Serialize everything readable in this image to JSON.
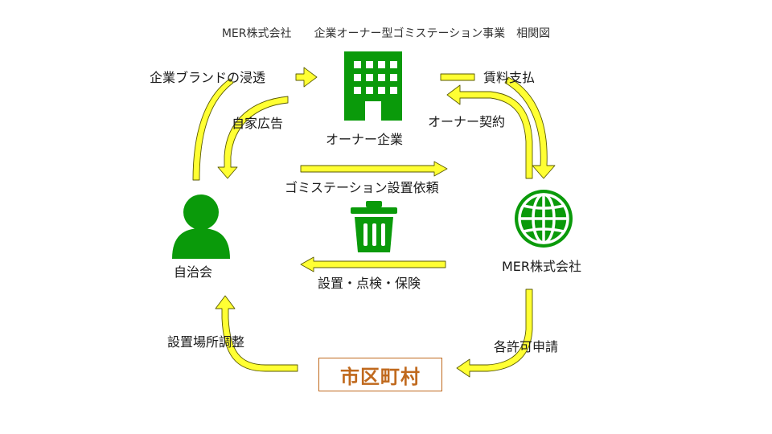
{
  "title": "MER株式会社　　企業オーナー型ゴミステーション事業　相関図",
  "nodes": {
    "owner": "オーナー企業",
    "mer": "MER株式会社",
    "council": "自治会",
    "city": "市区町村"
  },
  "edges": {
    "brand": "企業ブランドの浸透",
    "rent": "賃料支払",
    "own_ad": "自家広告",
    "owner_contract": "オーナー契約",
    "station_request": "ゴミステーション設置依頼",
    "install": "設置・点検・保険",
    "site_adjust": "設置場所調整",
    "permits": "各許可申請"
  },
  "icons": {
    "owner": "building-icon",
    "mer": "globe-icon",
    "council": "person-icon",
    "center": "trash-can-icon"
  },
  "colors": {
    "icon_green": "#0a9a0a",
    "arrow_fill": "#ffff33",
    "arrow_stroke": "#5a5a00",
    "city_orange": "#c0691d"
  }
}
